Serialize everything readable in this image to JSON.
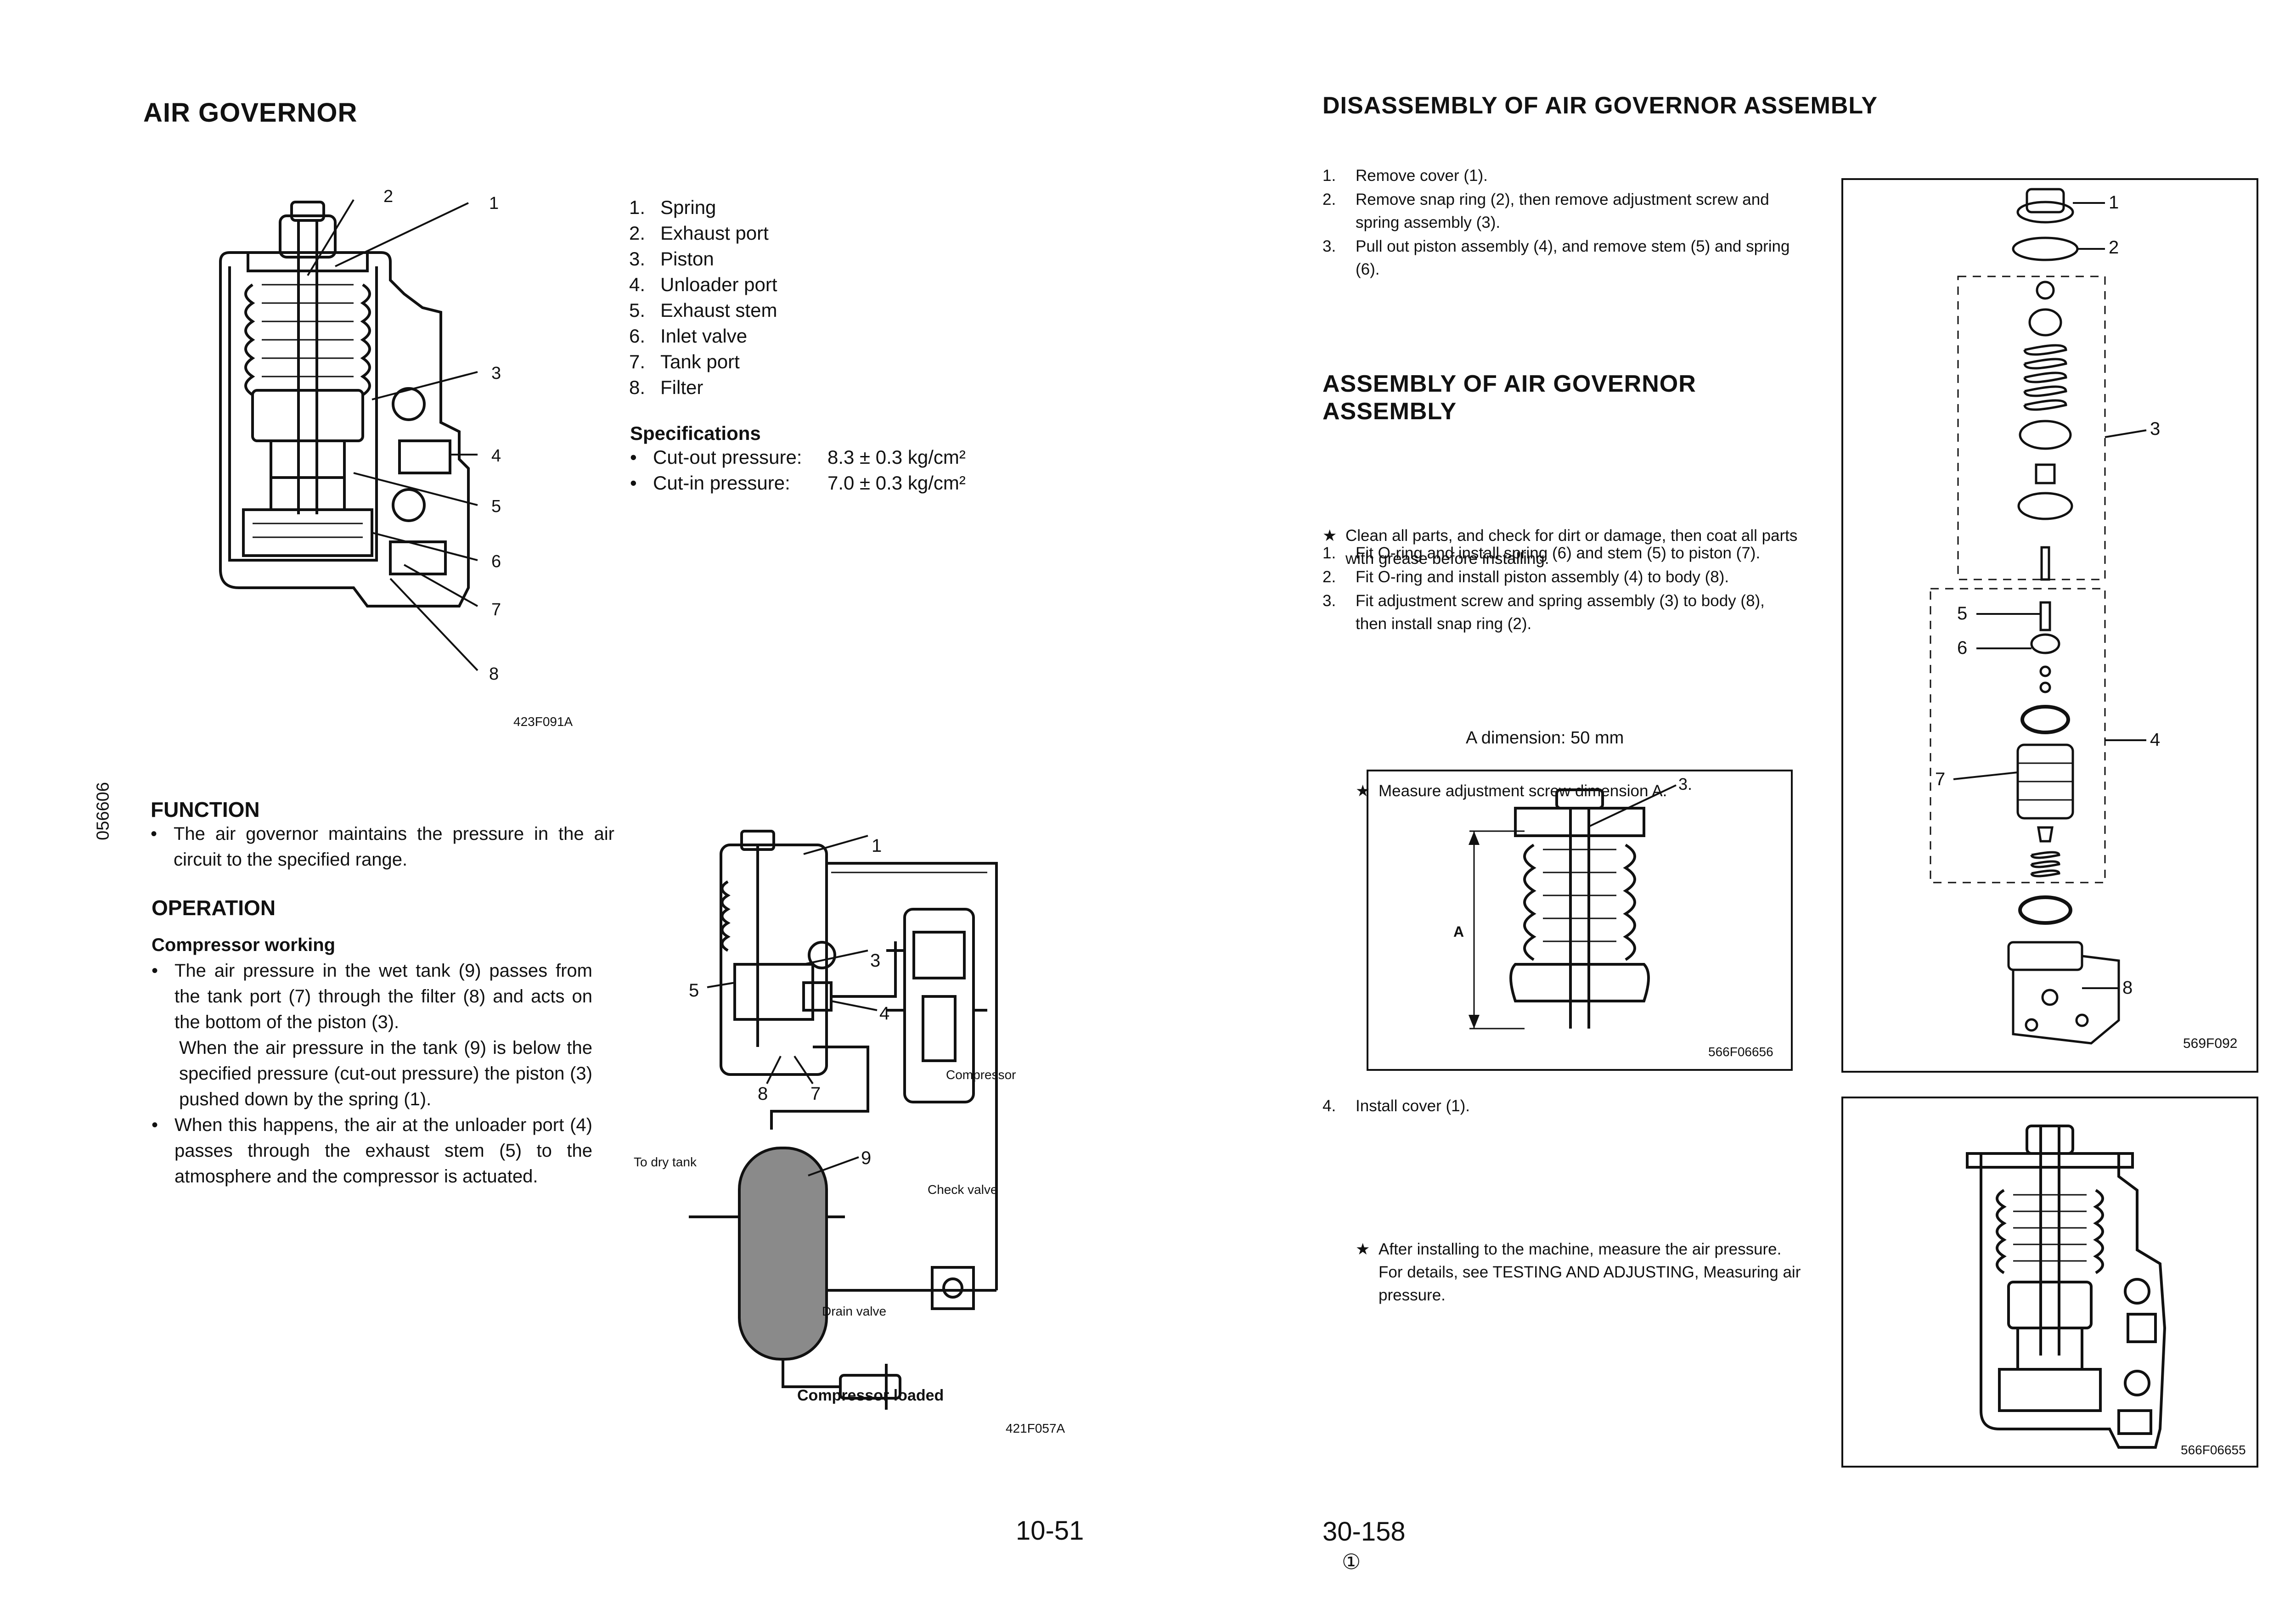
{
  "left": {
    "title": "AIR GOVERNOR",
    "parts": [
      {
        "num": "1.",
        "label": "Spring"
      },
      {
        "num": "2.",
        "label": "Exhaust port"
      },
      {
        "num": "3.",
        "label": "Piston"
      },
      {
        "num": "4.",
        "label": "Unloader port"
      },
      {
        "num": "5.",
        "label": "Exhaust stem"
      },
      {
        "num": "6.",
        "label": "Inlet valve"
      },
      {
        "num": "7.",
        "label": "Tank port"
      },
      {
        "num": "8.",
        "label": "Filter"
      }
    ],
    "specs": {
      "heading": "Specifications",
      "items": [
        {
          "label": "Cut-out pressure:",
          "value": "8.3 ± 0.3 kg/cm²"
        },
        {
          "label": "Cut-in pressure:",
          "value": "7.0 ± 0.3 kg/cm²"
        }
      ]
    },
    "figure1": {
      "code": "423F091A",
      "callouts": [
        "1",
        "2",
        "3",
        "4",
        "5",
        "6",
        "7",
        "8"
      ]
    },
    "function": {
      "heading": "FUNCTION",
      "text": "The air governor maintains the pressure in the air circuit to the specified range."
    },
    "operation": {
      "heading": "OPERATION",
      "subheading": "Compressor working",
      "bullet1": "The air pressure in the wet tank (9) passes from the tank port (7) through the filter (8) and acts on the bottom of the piston (3).",
      "bullet1b": "When the air pressure in the tank (9) is below the specified pressure (cut-out pressure) the piston (3) pushed down by the spring (1).",
      "bullet2": "When this happens, the air at the unloader port (4) passes through the exhaust stem (5) to the atmosphere and the compressor is actuated."
    },
    "figure2": {
      "caption": "Compressor loaded",
      "code": "421F057A",
      "labels": {
        "to_dry_tank": "To dry tank",
        "compressor": "Compressor",
        "check_valve": "Check valve",
        "drain_valve": "Drain valve"
      },
      "callouts": [
        "1",
        "3",
        "4",
        "5",
        "7",
        "8",
        "9"
      ]
    },
    "side_code": "056606",
    "page_number": "10-51"
  },
  "right": {
    "disassembly": {
      "title": "DISASSEMBLY OF AIR GOVERNOR ASSEMBLY",
      "steps": [
        {
          "num": "1.",
          "text": "Remove cover (1)."
        },
        {
          "num": "2.",
          "text": "Remove snap ring (2), then remove adjustment screw and spring assembly (3)."
        },
        {
          "num": "3.",
          "text": "Pull out piston assembly (4), and remove stem (5) and spring (6)."
        }
      ]
    },
    "assembly": {
      "title_line1": "ASSEMBLY OF AIR GOVERNOR",
      "title_line2": "ASSEMBLY",
      "note": "Clean all parts, and check for dirt or damage, then coat all parts with grease before installing.",
      "steps": [
        {
          "num": "1.",
          "text": "Fit O-ring and install spring (6) and stem (5) to piston (7)."
        },
        {
          "num": "2.",
          "text": "Fit O-ring and install piston assembly (4) to body (8)."
        },
        {
          "num": "3.",
          "text": "Fit adjustment screw and spring assembly (3) to body (8), then install snap ring (2)."
        }
      ],
      "step3_note": "Measure adjustment screw dimension A.",
      "dimension": "A dimension:  50 mm",
      "step4": {
        "num": "4.",
        "text": "Install cover (1)."
      },
      "step4_note_a": "After installing to the machine, measure the air pressure.",
      "step4_note_b": "For details, see TESTING AND ADJUSTING, Measuring air pressure."
    },
    "fig_dimension": {
      "code": "566F06656",
      "label_a": "A",
      "callout": "3."
    },
    "fig_exploded": {
      "code": "569F092",
      "callouts": [
        "1",
        "2",
        "3",
        "4",
        "5",
        "6",
        "7",
        "8"
      ]
    },
    "fig_assembled": {
      "code": "566F06655"
    },
    "side_code": "056606",
    "page_number": "30-158",
    "revision": "①"
  }
}
